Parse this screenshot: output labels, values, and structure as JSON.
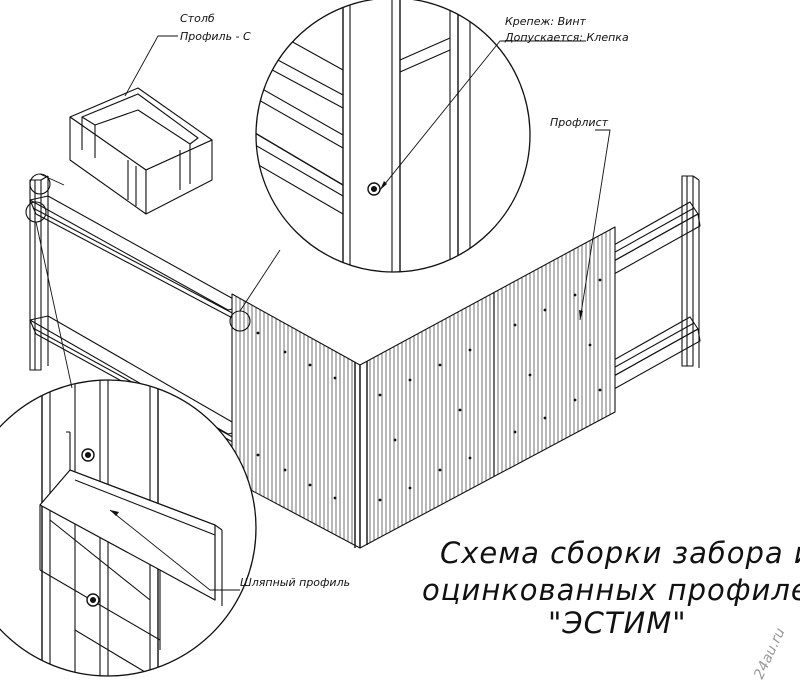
{
  "callouts": {
    "post_title": "Столб",
    "post_profile": "Профиль - С",
    "fastener_main": "Крепеж: Винт",
    "fastener_alt": "Допускается: Клепка",
    "sheet": "Профлист",
    "hat_profile": "Шляпный профиль"
  },
  "title": {
    "line1": "Схема сборки забора из",
    "line2": "оцинкованных профилей",
    "line3": "\"ЭСТИМ\""
  },
  "watermark": "24au.ru",
  "colors": {
    "ink": "#111111",
    "background": "#ffffff",
    "watermark": "#9a9a9a"
  }
}
